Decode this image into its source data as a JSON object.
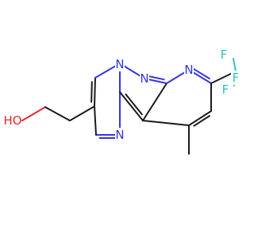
{
  "molecule": {
    "atoms": [
      {
        "id": "hydroxyl",
        "label": "HO",
        "color": "#e8262a"
      },
      {
        "id": "n-bridge",
        "label": "N",
        "color": "#3535e0"
      },
      {
        "id": "n-bridge2",
        "label": "N",
        "color": "#3535e0"
      },
      {
        "id": "n-pyridine",
        "label": "N",
        "color": "#3535e0"
      },
      {
        "id": "n-pyrimidine",
        "label": "N",
        "color": "#3535e0"
      },
      {
        "id": "fluorine-1",
        "label": "F",
        "color": "#2ac2c2"
      },
      {
        "id": "fluorine-2",
        "label": "F",
        "color": "#2ac2c2"
      },
      {
        "id": "fluorine-3",
        "label": "F",
        "color": "#2ac2c2"
      }
    ]
  }
}
